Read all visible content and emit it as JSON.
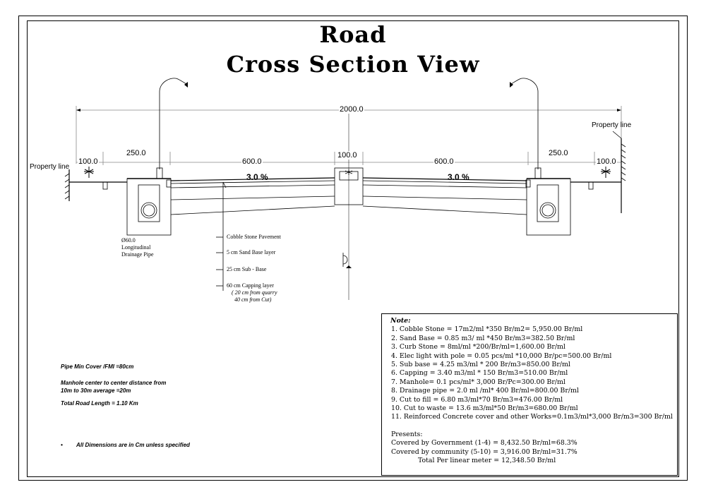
{
  "title": {
    "line1": "Road",
    "line2": "Cross Section View"
  },
  "dimensions": {
    "total": "2000.0",
    "left_prop": "100.0",
    "left_side": "250.0",
    "left_lane": "600.0",
    "median": "100.0",
    "right_lane": "600.0",
    "right_side": "250.0",
    "right_prop": "100.0"
  },
  "slopes": {
    "left": "3.0 %",
    "right": "3.0 %"
  },
  "property_line": {
    "left": "Property line",
    "right": "Property line"
  },
  "pipe_label": [
    "Ø60.0",
    "Longitudinal",
    "Drainage Pipe"
  ],
  "layers": [
    "Cobble Stone Pavement",
    "5 cm Sand Base layer",
    "25 cm Sub - Base",
    "60 cm Capping layer",
    "( 20 cm from quarry",
    "40 cm from Cut)"
  ],
  "left_notes": {
    "pipe_cover": "Pipe Min Cover /FMI =80cm",
    "manhole_1": "Manhole center to center distance from",
    "manhole_2": "10m to 30m average =20m",
    "road_length": "Total Road Length = 1.10 Km",
    "bullet": "•",
    "dimensions": "All Dimensions are in Cm unless specified"
  },
  "note": {
    "title": "Note:",
    "items": [
      "1. Cobble Stone = 17m2/ml *350 Br/m2= 5,950.00 Br/ml",
      "2. Sand Base = 0.85 m3/ ml *450 Br/m3=382.50 Br/ml",
      "3. Curb Stone = 8ml/ml *200/Br/ml=1,600.00 Br/ml",
      "4. Elec light with pole = 0.05 pcs/ml *10,000 Br/pc=500.00 Br/ml",
      "5. Sub base = 4.25 m3/ml * 200 Br/m3=850.00 Br/ml",
      "6. Capping = 3.40 m3/ml * 150 Br/m3=510.00 Br/ml",
      "7. Manhole= 0.1 pcs/ml* 3,000 Br/Pc=300.00 Br/ml",
      "8. Drainage pipe = 2.0 ml /ml* 400 Br/ml=800.00 Br/ml",
      "9. Cut to fill = 6.80 m3/ml*70 Br/m3=476.00 Br/ml",
      "10. Cut to waste = 13.6 m3/ml*50 Br/m3=680.00 Br/ml",
      "11. Reinforced Concrete cover and other Works=0.1m3/ml*3,000 Br/m3=300 Br/ml"
    ],
    "presents": "Presents:",
    "gov": "Covered by Government (1-4) = 8,432.50  Br/ml=68.3%",
    "community": "Covered by community (5-10) = 3,916.00  Br/ml=31.7%",
    "total": "Total Per linear meter = 12,348.50 Br/ml"
  }
}
